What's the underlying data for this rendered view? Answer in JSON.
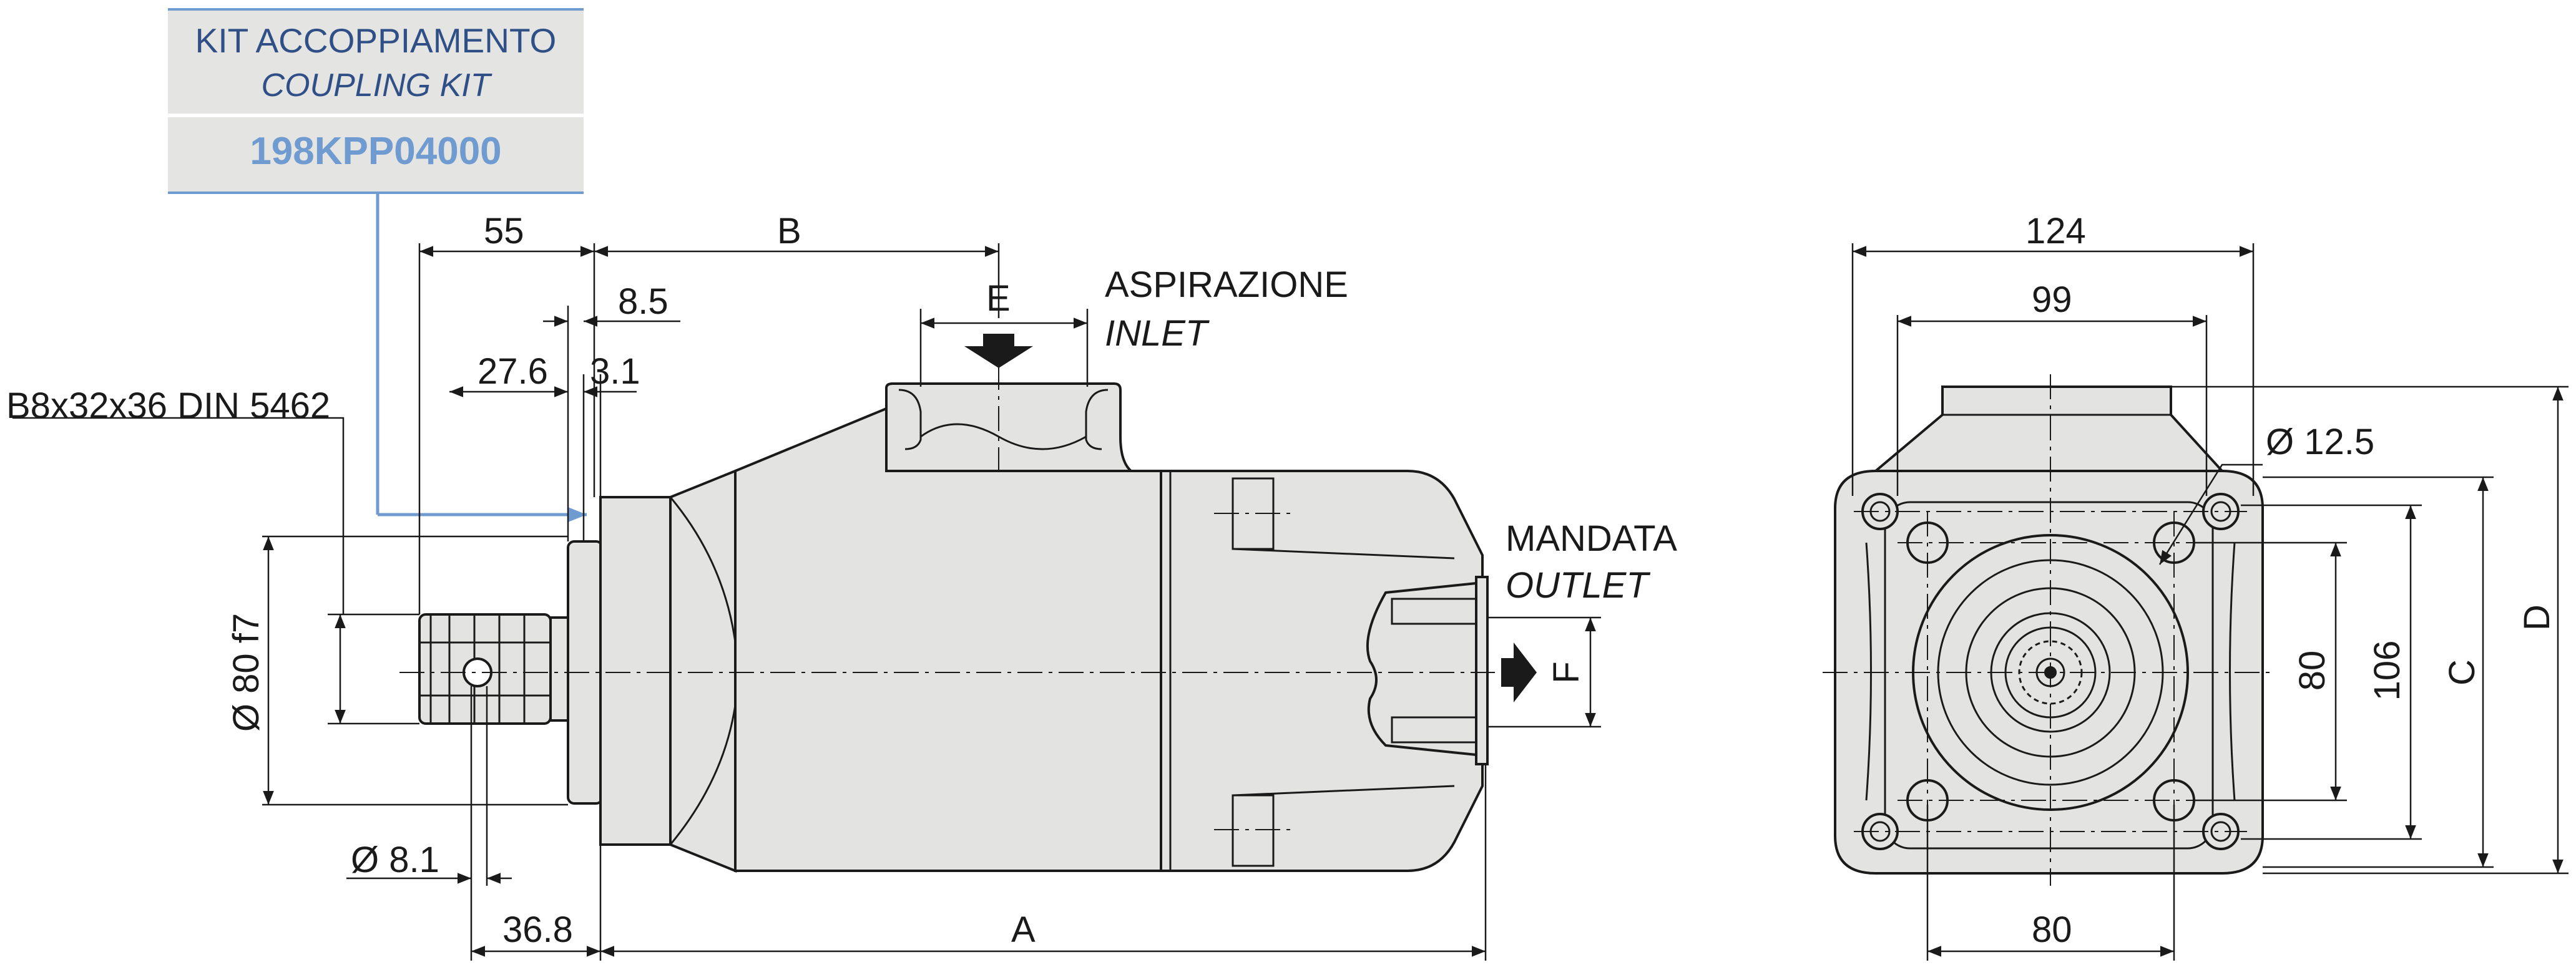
{
  "kit": {
    "title": "KIT ACCOPPIAMENTO",
    "subtitle": "COUPLING KIT",
    "code": "198KPP04000"
  },
  "labels": {
    "spline": "B8x32x36 DIN 5462",
    "inlet_it": "ASPIRAZIONE",
    "inlet_en": "INLET",
    "outlet_it": "MANDATA",
    "outlet_en": "OUTLET"
  },
  "dims": {
    "d55": "55",
    "dB": "B",
    "d8_5": "8.5",
    "dE": "E",
    "d27_6": "27.6",
    "d3_1": "3.1",
    "d80f7": "Ø 80 f7",
    "d8_1": "Ø 8.1",
    "d36_8": "36.8",
    "dA": "A",
    "dF": "F",
    "d124": "124",
    "d99": "99",
    "d12_5": "Ø 12.5",
    "d80v": "80",
    "d106": "106",
    "dC": "C",
    "dD": "D",
    "d80h": "80"
  },
  "colors": {
    "body_fill": "#e3e4e2",
    "line": "#1a1a1a",
    "accent": "#6f9bd1",
    "kit_text": "#2f4f86"
  }
}
